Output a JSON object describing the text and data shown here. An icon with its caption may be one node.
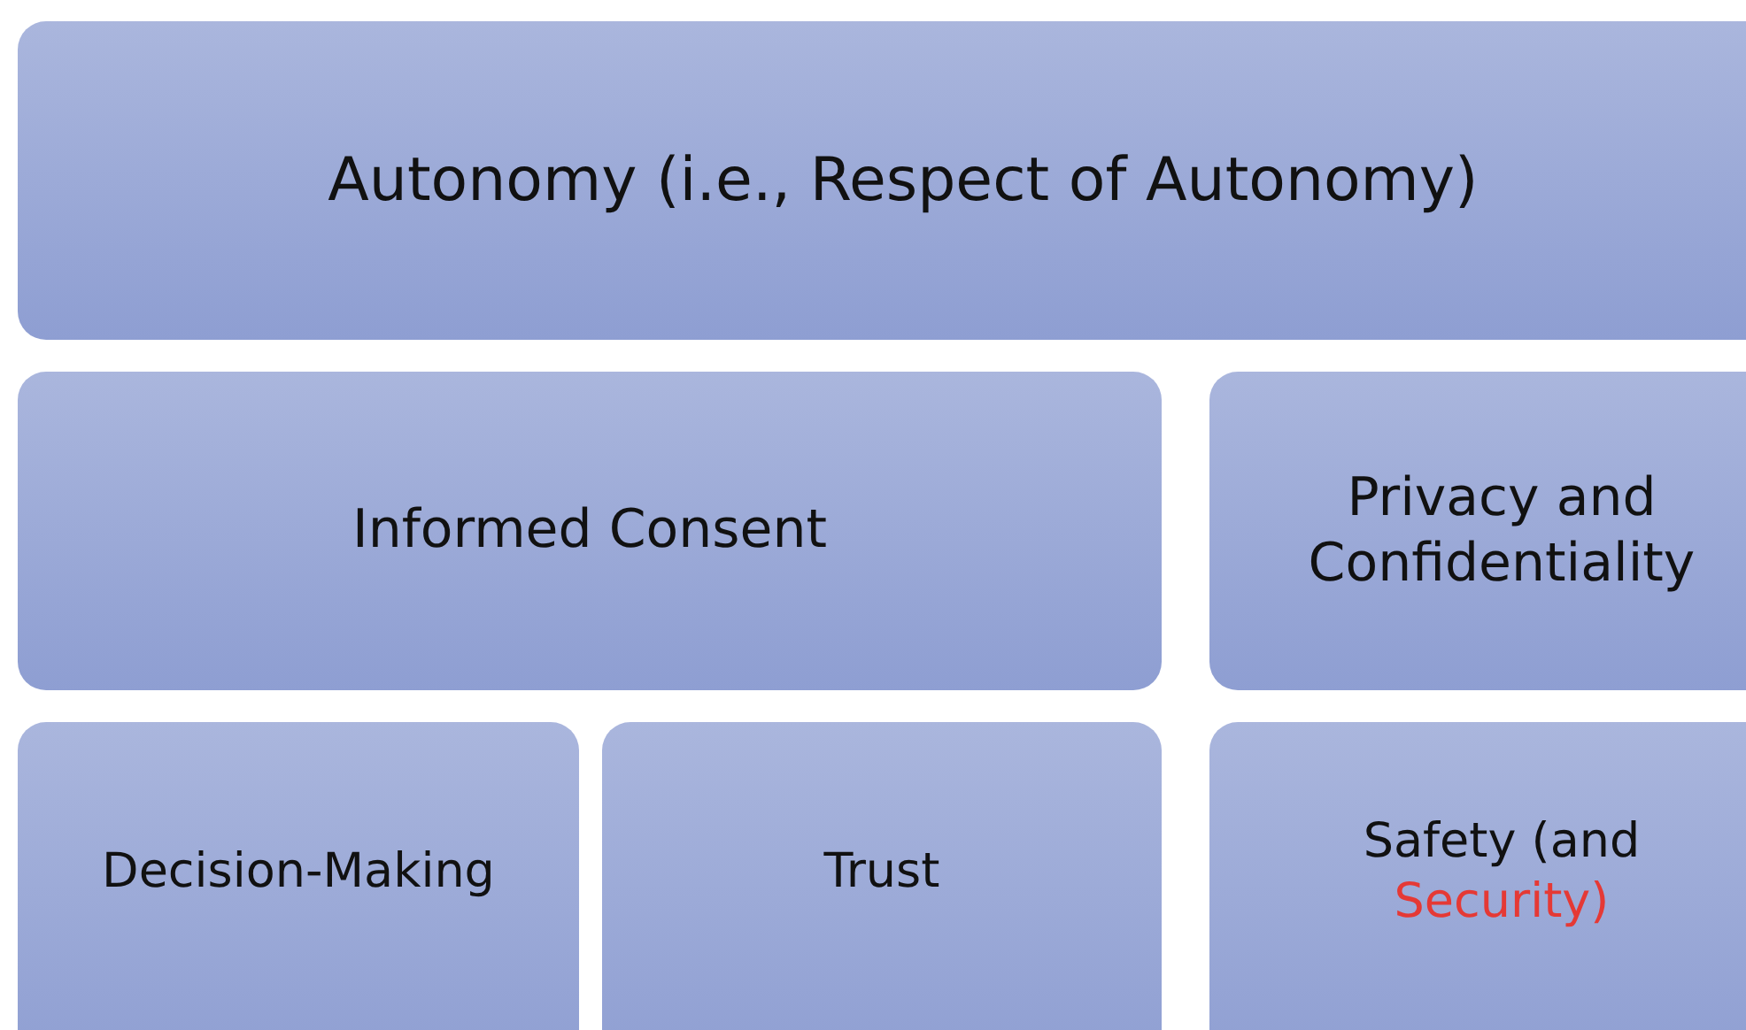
{
  "diagram": {
    "nodes": [
      {
        "text": [
          "Autonomy (i.e., Respect of Autonomy)"
        ]
      },
      {
        "text": [
          "Informed Consent"
        ]
      },
      {
        "text": [
          "Privacy and Confidentiality"
        ]
      },
      {
        "text": [
          "Decision-Making"
        ]
      },
      {
        "text": [
          "Trust"
        ]
      },
      {
        "text": [
          "Safety (and",
          "Security)"
        ]
      }
    ]
  }
}
